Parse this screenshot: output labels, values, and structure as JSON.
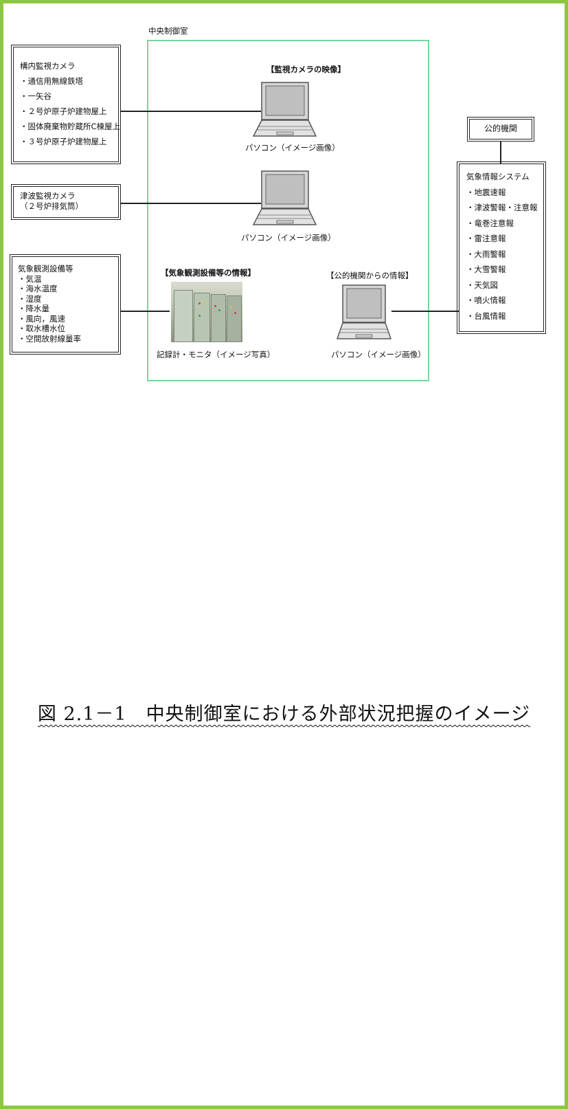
{
  "room_title": "中央制御室",
  "onsite_cameras": {
    "title": "構内監視カメラ",
    "items": [
      "・通信用無線鉄塔",
      "・一矢谷",
      "・２号炉原子炉建物屋上",
      "・固体廃棄物貯蔵所C棟屋上",
      "・３号炉原子炉建物屋上"
    ]
  },
  "tsunami_camera": {
    "title": "津波監視カメラ",
    "subtitle": "（２号炉排気筒）"
  },
  "weather_equipment": {
    "title": "気象観測設備等",
    "items": [
      "・気温",
      "・海水温度",
      "・湿度",
      "・降水量",
      "・風向，風速",
      "・取水槽水位",
      "・空間放射線量率"
    ]
  },
  "camera_video_heading": "【監視カメラの映像】",
  "pc_label_1": "パソコン（イメージ画像）",
  "pc_label_2": "パソコン（イメージ画像）",
  "weather_info_heading": "【気象観測設備等の情報】",
  "recorder_label": "記録計・モニタ（イメージ写真）",
  "public_info_heading": "【公的機関からの情報】",
  "pc_label_3": "パソコン（イメージ画像）",
  "public_agency": "公的機関",
  "weather_system": {
    "title": "気象情報システム",
    "items": [
      "・地震速報",
      "・津波警報・注意報",
      "・竜巻注意報",
      "・雷注意報",
      "・大雨警報",
      "・大雪警報",
      "・天気図",
      "・噴火情報",
      "・台風情報"
    ]
  },
  "figure_caption": "図 2.1－1　中央制御室における外部状況把握のイメージ",
  "colors": {
    "frame": "#8cc83f",
    "control_room_border": "#7ed39a"
  }
}
